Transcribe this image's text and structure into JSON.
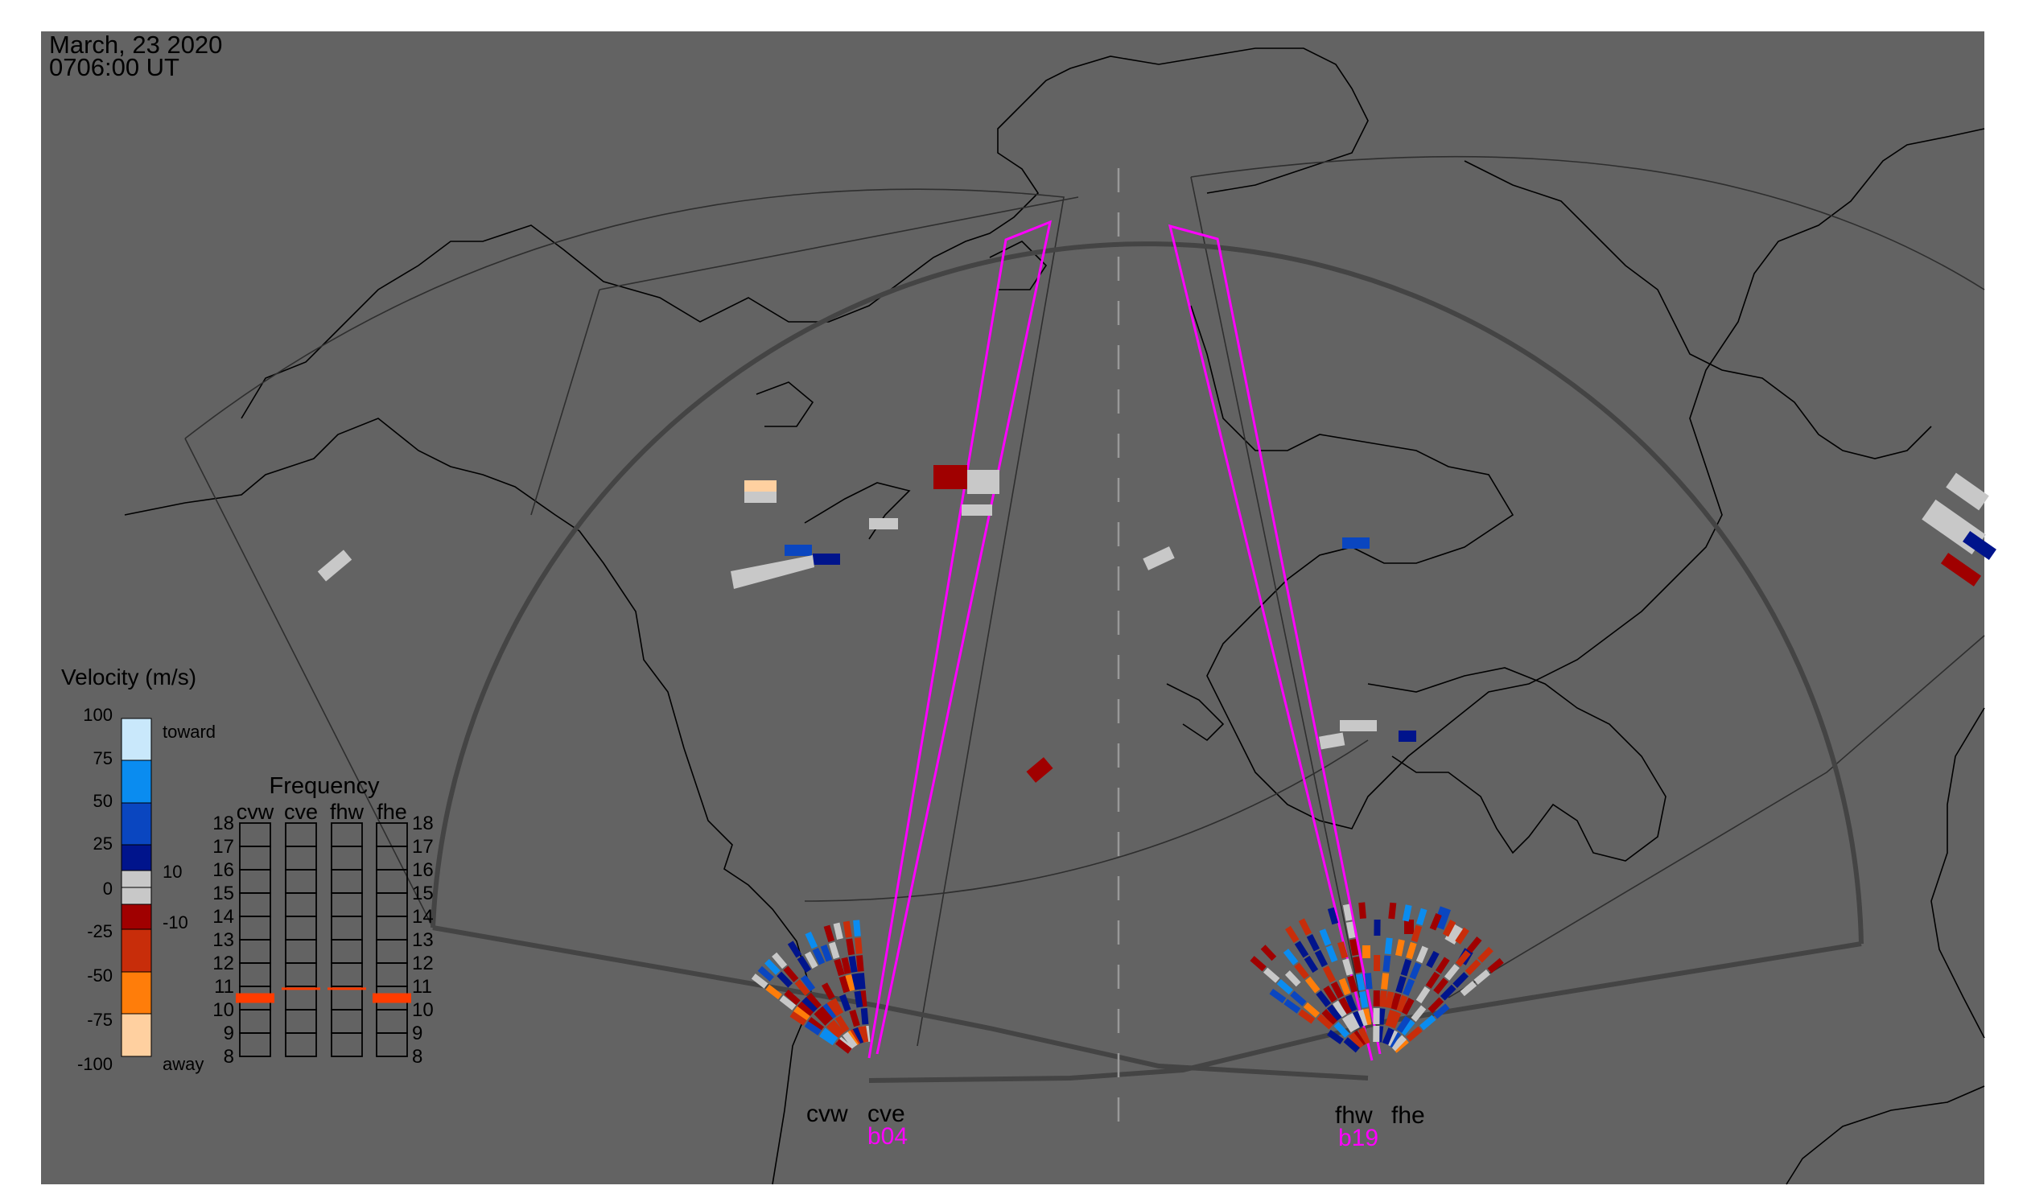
{
  "header": {
    "date": "March, 23 2020",
    "time": "0706:00 UT"
  },
  "colors": {
    "background": "#636363",
    "beam": "#ff00ff",
    "frequency_mark": "#ff3c00",
    "palette": [
      "#c9e8fb",
      "#0a8cf0",
      "#0a46c0",
      "#00148c",
      "#c8c8c8",
      "#c8c8c8",
      "#a00000",
      "#c82d0a",
      "#ff7d0a",
      "#ffd0a0"
    ]
  },
  "velocity_legend": {
    "title": "Velocity (m/s)",
    "ticks": [
      "100",
      "75",
      "50",
      "25",
      "0",
      "-25",
      "-50",
      "-75",
      "-100"
    ],
    "toward_label": "toward",
    "away_label": "away",
    "upper_threshold": "10",
    "lower_threshold": "-10"
  },
  "frequency_panel": {
    "title": "Frequency",
    "radars": [
      "cvw",
      "cve",
      "fhw",
      "fhe"
    ],
    "ticks": [
      "18",
      "17",
      "16",
      "15",
      "14",
      "13",
      "12",
      "11",
      "10",
      "9",
      "8"
    ],
    "range_mhz": [
      8,
      18
    ],
    "values_mhz": [
      10.5,
      10.9,
      10.9,
      10.5
    ]
  },
  "radars": {
    "cvw": "cvw",
    "cve": "cve",
    "cve_beam": "b04",
    "fhw": "fhw",
    "fhe": "fhe",
    "fhw_beam": "b19"
  }
}
